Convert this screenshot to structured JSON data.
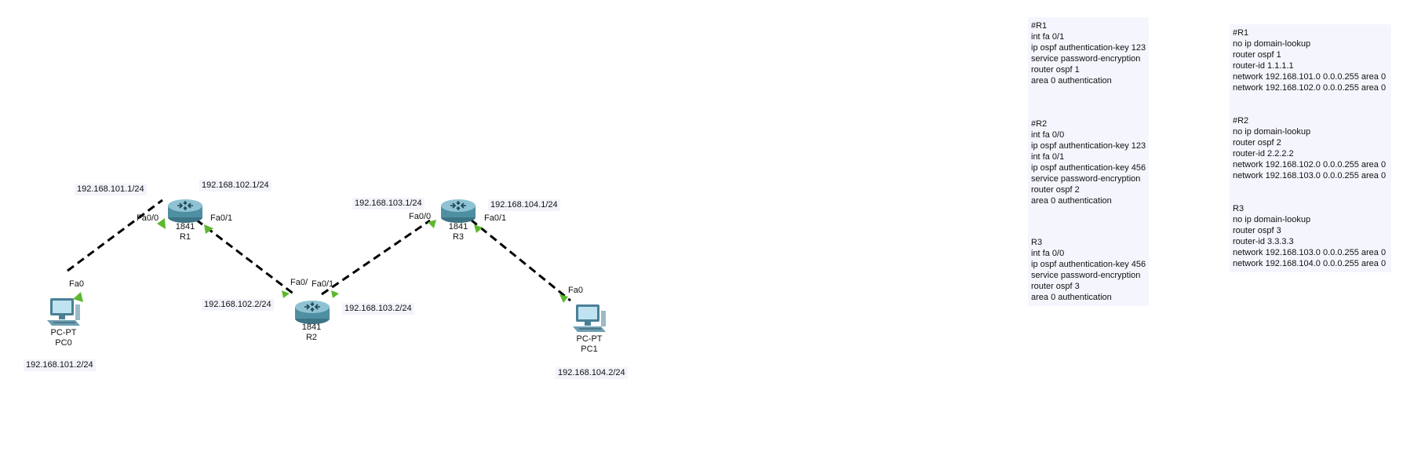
{
  "devices": {
    "r1": {
      "model": "1841",
      "name": "R1"
    },
    "r2": {
      "model": "1841",
      "name": "R2"
    },
    "r3": {
      "model": "1841",
      "name": "R3"
    },
    "pc0": {
      "model": "PC-PT",
      "name": "PC0"
    },
    "pc1": {
      "model": "PC-PT",
      "name": "PC1"
    }
  },
  "ip_labels": {
    "r1_fa00": "192.168.101.1/24",
    "r1_fa01": "192.168.102.1/24",
    "r3_fa00": "192.168.103.1/24",
    "r3_fa01": "192.168.104.1/24",
    "r2_fa00": "192.168.102.2/24",
    "r2_fa01": "192.168.103.2/24",
    "pc0": "192.168.101.2/24",
    "pc1": "192.168.104.2/24"
  },
  "ports": {
    "r1_left": "Fa0/0",
    "r1_right": "Fa0/1",
    "r3_left": "Fa0/0",
    "r3_right": "Fa0/1",
    "r2_left": "Fa0/",
    "r2_right": "Fa0/1",
    "pc0": "Fa0",
    "pc1": "Fa0"
  },
  "notes": {
    "auth": [
      [
        "#R1",
        "int fa 0/1",
        "ip ospf authentication-key 123",
        "service password-encryption",
        "router ospf 1",
        "area 0 authentication"
      ],
      [
        "#R2",
        "int fa 0/0",
        "ip ospf authentication-key 123",
        "int fa 0/1",
        "ip ospf authentication-key 456",
        "service password-encryption",
        "router ospf 2",
        "area 0 authentication"
      ],
      [
        "R3",
        "int fa 0/0",
        "ip ospf authentication-key 456",
        "service password-encryption",
        "router ospf 3",
        "area 0 authentication"
      ]
    ],
    "ospf": [
      [
        "#R1",
        "no ip domain-lookup",
        "router ospf 1",
        "router-id 1.1.1.1",
        "network 192.168.101.0 0.0.0.255 area 0",
        "network 192.168.102.0 0.0.0.255 area 0"
      ],
      [
        "#R2",
        "no ip domain-lookup",
        "router ospf 2",
        "router-id 2.2.2.2",
        "network 192.168.102.0 0.0.0.255 area 0",
        "network 192.168.103.0 0.0.0.255 area 0"
      ],
      [
        "R3",
        "no ip domain-lookup",
        "router ospf 3",
        "router-id 3.3.3.3",
        "network 192.168.103.0 0.0.0.255 area 0",
        "network 192.168.104.0 0.0.0.255 area 0"
      ]
    ]
  },
  "colors": {
    "link": "#000000",
    "link_status": "#5cb82e",
    "router_body": "#4f8fa3",
    "note_bg": "#f5f6fd"
  }
}
